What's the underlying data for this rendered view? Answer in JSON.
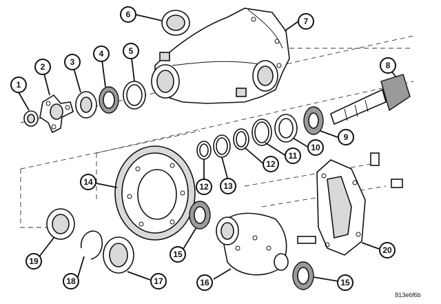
{
  "callouts": [
    {
      "id": "1",
      "label": "1"
    },
    {
      "id": "2",
      "label": "2"
    },
    {
      "id": "3",
      "label": "3"
    },
    {
      "id": "4",
      "label": "4"
    },
    {
      "id": "5",
      "label": "5"
    },
    {
      "id": "6",
      "label": "6"
    },
    {
      "id": "7",
      "label": "7"
    },
    {
      "id": "8",
      "label": "8"
    },
    {
      "id": "9",
      "label": "9"
    },
    {
      "id": "10",
      "label": "10"
    },
    {
      "id": "11",
      "label": "11"
    },
    {
      "id": "12a",
      "label": "12"
    },
    {
      "id": "12b",
      "label": "12"
    },
    {
      "id": "13",
      "label": "13"
    },
    {
      "id": "14",
      "label": "14"
    },
    {
      "id": "15a",
      "label": "15"
    },
    {
      "id": "15b",
      "label": "15"
    },
    {
      "id": "16",
      "label": "16"
    },
    {
      "id": "17",
      "label": "17"
    },
    {
      "id": "18",
      "label": "18"
    },
    {
      "id": "19",
      "label": "19"
    },
    {
      "id": "20",
      "label": "20"
    }
  ],
  "reference_code": "813e6f6b"
}
